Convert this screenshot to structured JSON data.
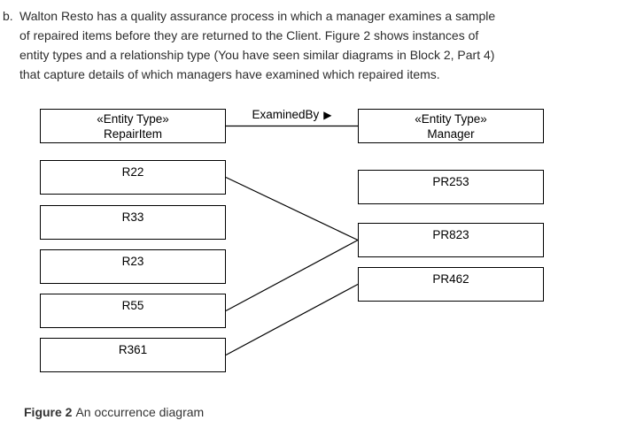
{
  "intro": {
    "marker": "b.",
    "lines": [
      "Walton Resto has a quality assurance process in which a manager examines a sample",
      "of repaired items before they are returned to the Client. Figure 2 shows instances of",
      "entity types and a relationship type (You have seen similar diagrams in Block 2, Part 4)",
      "that capture details of which managers have examined which repaired items."
    ]
  },
  "diagram": {
    "left_entity": {
      "stereotype": "«Entity Type»",
      "name": "RepairItem"
    },
    "right_entity": {
      "stereotype": "«Entity Type»",
      "name": "Manager"
    },
    "relationship": {
      "label": "ExaminedBy",
      "arrow": "▶"
    },
    "repair_items": [
      "R22",
      "R33",
      "R23",
      "R55",
      "R361"
    ],
    "managers": [
      "PR253",
      "PR823",
      "PR462"
    ],
    "connections": [
      {
        "from": "RepairItem",
        "to": "Manager"
      },
      {
        "from": "R22",
        "to": "PR823"
      },
      {
        "from": "R55",
        "to": "PR823"
      },
      {
        "from": "R361",
        "to": "PR462"
      }
    ],
    "line_color": "#000000"
  },
  "caption": {
    "label": "Figure 2",
    "text": "An occurrence diagram"
  }
}
